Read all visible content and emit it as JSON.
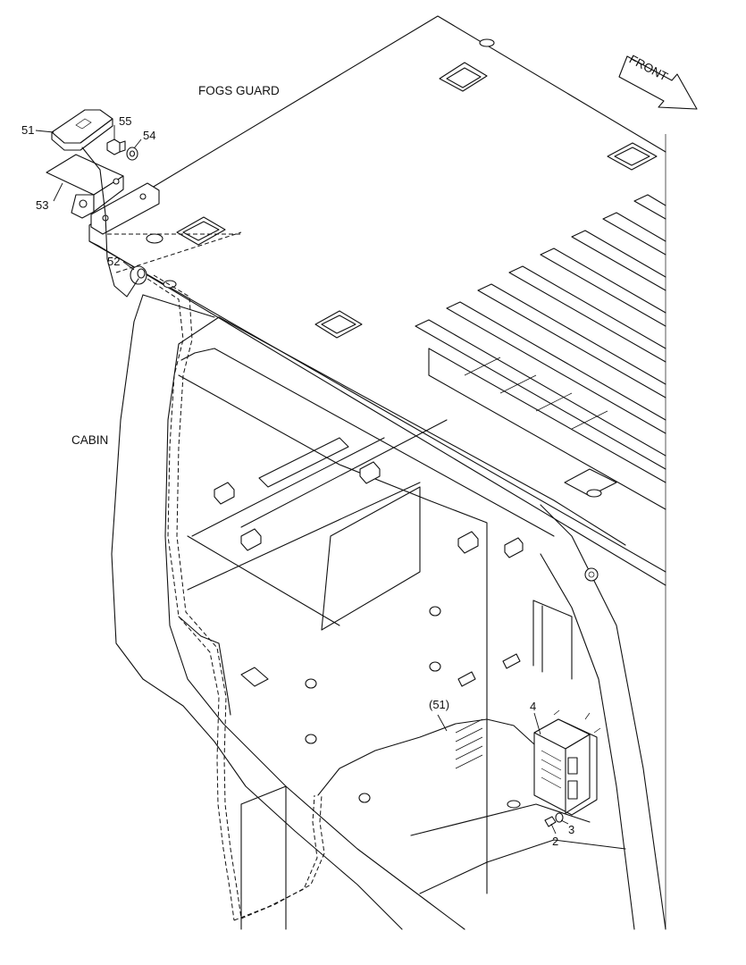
{
  "labels": {
    "fogs_guard": "FOGS GUARD",
    "cabin": "CABIN",
    "front": "FRONT"
  },
  "parts": {
    "p51": "51",
    "p52": "52",
    "p53": "53",
    "p54": "54",
    "p55": "55",
    "p51_ref": "(51)",
    "p4": "4",
    "p2": "2",
    "p3": "3"
  }
}
